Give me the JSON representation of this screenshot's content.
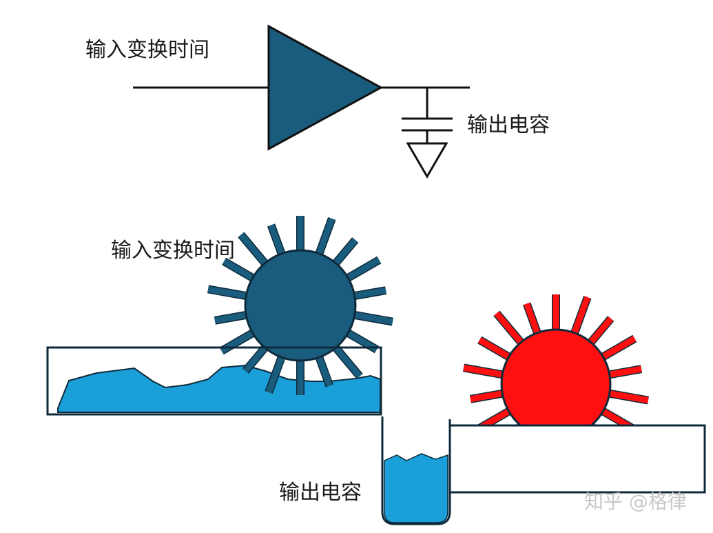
{
  "labels": {
    "top_input": "输入变换时间",
    "top_output": "输出电容",
    "bottom_input": "输入变换时间",
    "bottom_output": "输出电容"
  },
  "watermark": "知乎 @格律",
  "colors": {
    "triangle": "#1a5c7d",
    "blue_sun": "#1a5c7d",
    "red_sun": "#ff1010",
    "water": "#1a9fd8",
    "line": "#111111",
    "box_stroke": "#0e2a3a"
  }
}
